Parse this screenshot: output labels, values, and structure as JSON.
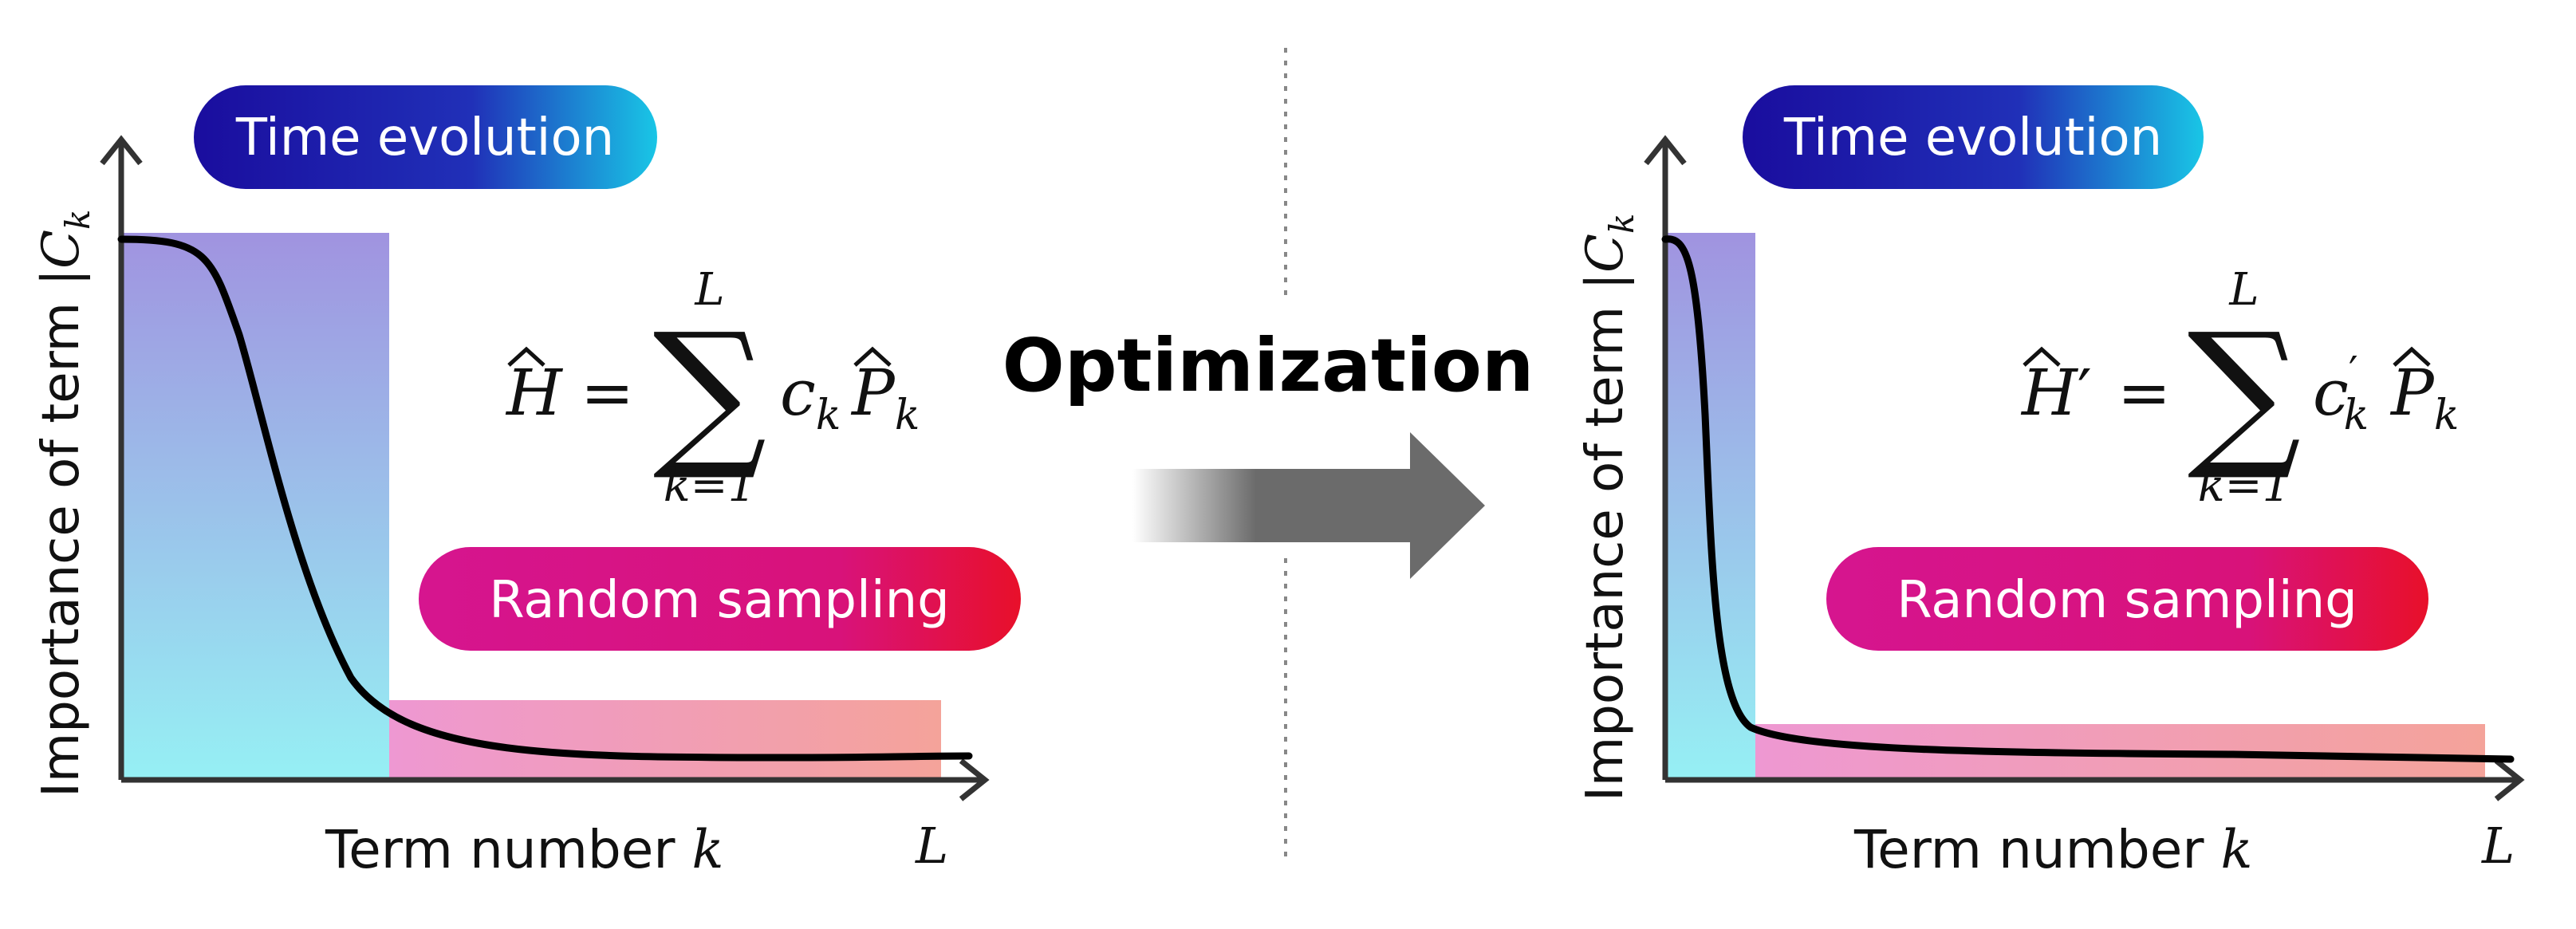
{
  "headline": "Optimization",
  "left_panel": {
    "y_axis_label": "Importance of term |",
    "y_axis_symbol": "C",
    "y_axis_subscript": "k",
    "x_axis_label": "Term number ",
    "x_axis_symbol": "k",
    "x_end_label": "L",
    "badge_top": "Time evolution",
    "badge_bottom": "Random sampling",
    "formula": {
      "lhs": "H",
      "prime": "",
      "eq": "=",
      "upper": "L",
      "lower": "k=1",
      "coef": "c",
      "coef_sub": "k",
      "coef_prime": "",
      "op": "P",
      "op_sub": "k"
    }
  },
  "right_panel": {
    "y_axis_label": "Importance of term |",
    "y_axis_symbol": "C",
    "y_axis_subscript": "k",
    "x_axis_label": "Term number ",
    "x_axis_symbol": "k",
    "x_end_label": "L",
    "badge_top": "Time evolution",
    "badge_bottom": "Random sampling",
    "formula": {
      "lhs": "H",
      "prime": "′",
      "eq": "=",
      "upper": "L",
      "lower": "k=1",
      "coef": "c",
      "coef_sub": "k",
      "coef_prime": "′",
      "op": "P",
      "op_sub": "k"
    }
  },
  "colors": {
    "axis": "#333333",
    "curve": "#000000",
    "time_badge_start": "#1a0d9e",
    "time_badge_end": "#19c6e6",
    "random_badge_start": "#d6158f",
    "random_badge_end": "#e8102a",
    "time_region_top": "#a093e0",
    "time_region_bottom": "#96f0f4",
    "random_region_start": "#ee98d2",
    "random_region_end": "#f4a39a",
    "arrow": "#6b6b6b",
    "divider": "#888888"
  }
}
